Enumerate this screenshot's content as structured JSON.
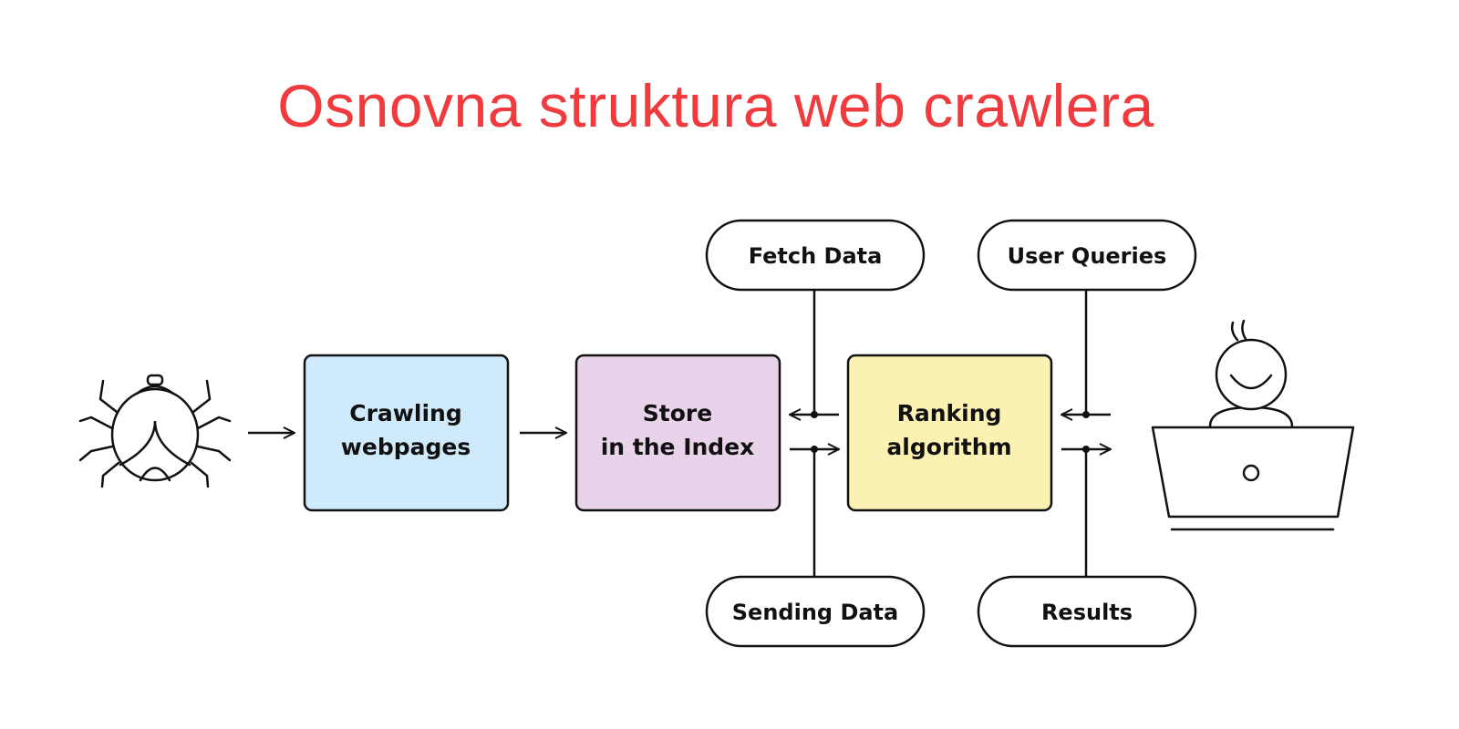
{
  "title": "Osnovna struktura web crawlera",
  "colors": {
    "title": "#ef3a3e",
    "crawling": "#cfeafb",
    "store": "#e8d3ea",
    "ranking": "#fbf1b3",
    "stroke": "#111111"
  },
  "icons": {
    "crawler": "spider-icon",
    "user": "user-at-laptop-icon"
  },
  "boxes": {
    "crawling": {
      "line1": "Crawling",
      "line2": "webpages"
    },
    "store": {
      "line1": "Store",
      "line2": "in the Index"
    },
    "ranking": {
      "line1": "Ranking",
      "line2": "algorithm"
    }
  },
  "pills": {
    "fetch": "Fetch Data",
    "sending": "Sending Data",
    "queries": "User Queries",
    "results": "Results"
  }
}
